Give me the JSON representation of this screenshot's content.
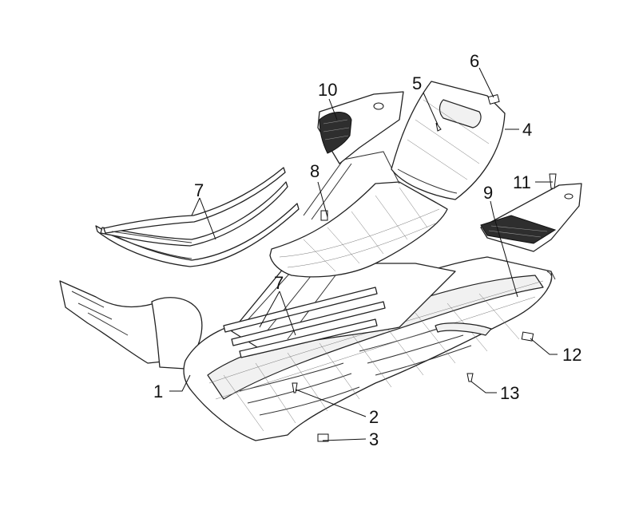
{
  "callouts": [
    {
      "id": "1",
      "label": "1"
    },
    {
      "id": "2",
      "label": "2"
    },
    {
      "id": "3",
      "label": "3"
    },
    {
      "id": "4",
      "label": "4"
    },
    {
      "id": "5",
      "label": "5"
    },
    {
      "id": "6",
      "label": "6"
    },
    {
      "id": "7a",
      "label": "7"
    },
    {
      "id": "7b",
      "label": "7"
    },
    {
      "id": "8",
      "label": "8"
    },
    {
      "id": "9",
      "label": "9"
    },
    {
      "id": "10",
      "label": "10"
    },
    {
      "id": "11",
      "label": "11"
    },
    {
      "id": "12",
      "label": "12"
    },
    {
      "id": "13",
      "label": "13"
    }
  ],
  "colors": {
    "line": "#222222",
    "background": "#ffffff",
    "pad": "#2e2e2e"
  }
}
